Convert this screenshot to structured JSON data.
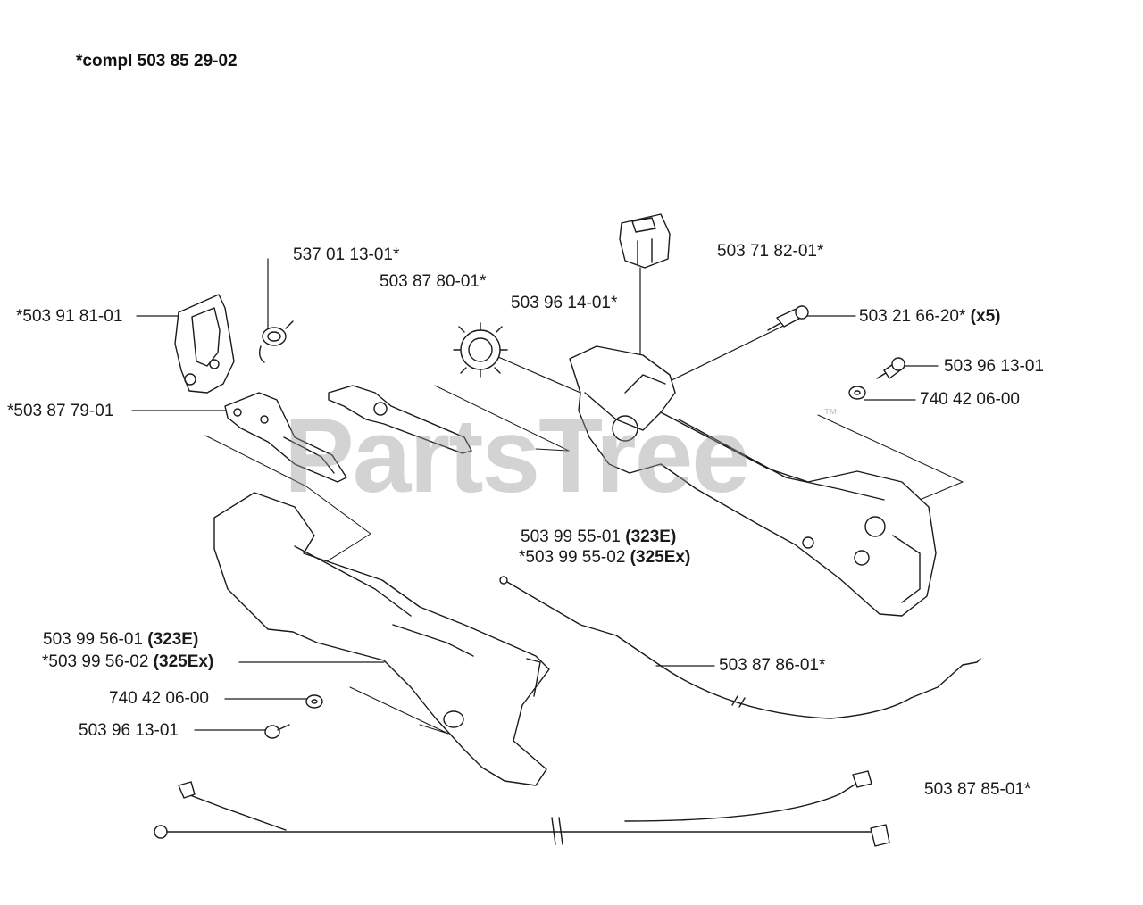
{
  "title": "*compl 503 85 29-02",
  "watermark": {
    "text": "PartsTree",
    "trademark": "™"
  },
  "labels": {
    "l1": "537 01 13-01*",
    "l2": "503 87 80-01*",
    "l3": "503 96 14-01*",
    "l4": "503 71 82-01*",
    "l5": "*503 91 81-01",
    "l6a": "503 21 66-20*",
    "l6b": "(x5)",
    "l7": "503 96 13-01",
    "l8": "740 42 06-00",
    "l9": "*503 87 79-01",
    "l10a": "503 99 55-01",
    "l10b": "(323E)",
    "l11a": "*503 99 55-02",
    "l11b": "(325Ex)",
    "l12a": "503 99 56-01",
    "l12b": "(323E)",
    "l13a": "*503 99 56-02",
    "l13b": "(325Ex)",
    "l14": "740 42 06-00",
    "l15": "503 96 13-01",
    "l16": "503 87 86-01*",
    "l17": "503 87 85-01*"
  }
}
